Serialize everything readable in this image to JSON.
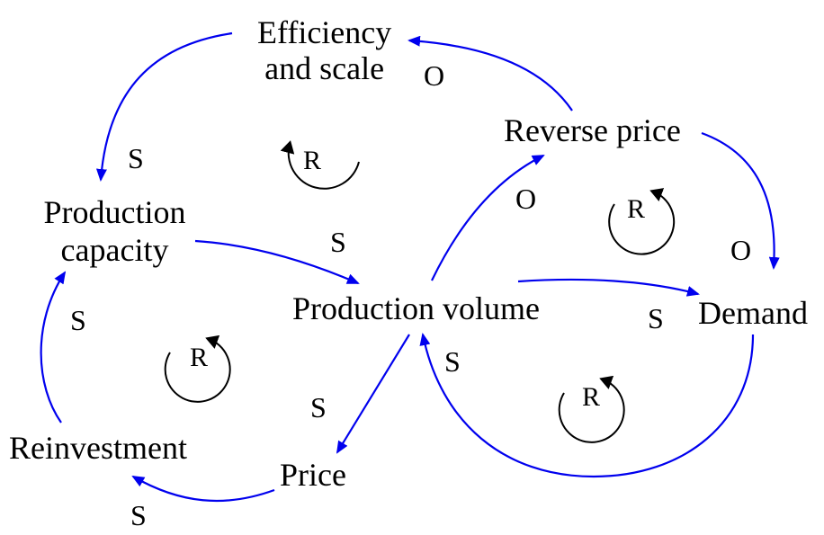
{
  "colors": {
    "link": "#0000ee",
    "text": "#000000",
    "loop": "#000000"
  },
  "nodes": {
    "efficiency_line1": "Efficiency",
    "efficiency_line2": "and scale",
    "reverse_price": "Reverse price",
    "production_capacity_line1": "Production",
    "production_capacity_line2": "capacity",
    "production_volume": "Production volume",
    "demand": "Demand",
    "reinvestment": "Reinvestment",
    "price": "Price"
  },
  "polarities": {
    "efficiency_to_capacity": "S",
    "reverse_price_to_efficiency": "O",
    "volume_to_reverse_price": "O",
    "reverse_price_to_demand": "O",
    "capacity_to_volume": "S",
    "volume_to_demand": "S",
    "demand_to_volume": "S",
    "volume_to_price": "S",
    "reinvestment_to_capacity": "S",
    "price_to_reinvestment": "S"
  },
  "loops": {
    "top": "R",
    "right_top": "R",
    "left": "R",
    "right_bottom": "R"
  }
}
